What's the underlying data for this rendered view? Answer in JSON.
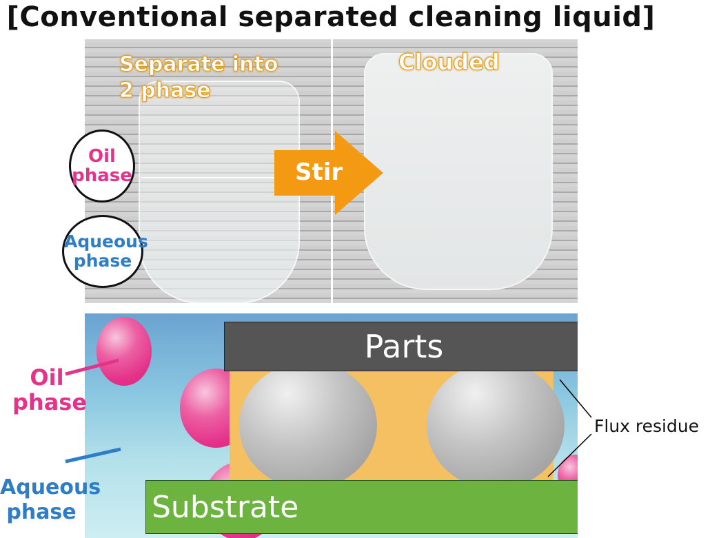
{
  "title": "[Conventional separated cleaning liquid]",
  "photo_left": {
    "caption": "Separate into\n2 phase",
    "caption_line1": "Separate into",
    "caption_line2": "2 phase",
    "oil_bubble": [
      "Oil",
      "phase"
    ],
    "aqueous_bubble": [
      "Aqueous",
      "phase"
    ]
  },
  "arrow": {
    "label": "Stir"
  },
  "photo_right": {
    "caption": "Clouded"
  },
  "diagram": {
    "parts_label": "Parts",
    "substrate_label": "Substrate",
    "oil_label": [
      "Oil",
      "phase"
    ],
    "aqueous_label": [
      "Aqueous",
      "phase"
    ],
    "flux_label": "Flux residue"
  },
  "colors": {
    "oil": "#e4338a",
    "aqueous": "#2f7dc6",
    "arrow": "#f39a12",
    "parts": "#555555",
    "substrate": "#6db33f",
    "flux": "#f5c062"
  }
}
